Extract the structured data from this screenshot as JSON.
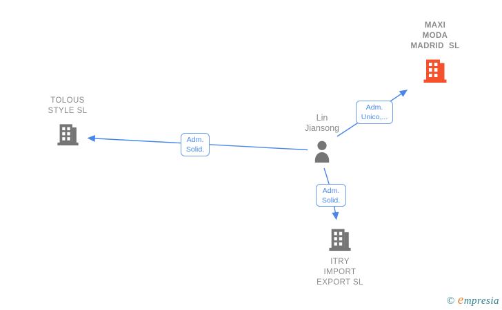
{
  "diagram_type": "corporate-relationship-graph",
  "colors": {
    "edge_blue": "#4a86e8",
    "box_border_blue": "#6d9eeb",
    "label_gray": "#8a8a8a",
    "icon_gray": "#757575",
    "icon_orange": "#f4512c",
    "watermark_teal": "#2a7d8e",
    "watermark_orange": "#ef7d23"
  },
  "nodes": {
    "maxi": {
      "type": "company",
      "name": "MAXI MODA MADRID SL",
      "lines": [
        "MAXI",
        "MODA",
        "MADRID  SL"
      ],
      "icon": "building-icon",
      "icon_color": "#f4512c"
    },
    "tolous": {
      "type": "company",
      "name": "TOLOUS STYLE SL",
      "lines": [
        "TOLOUS",
        "STYLE SL"
      ],
      "icon": "building-icon",
      "icon_color": "#757575"
    },
    "person": {
      "type": "person",
      "name": "Lin Jiansong",
      "lines": [
        "Lin",
        "Jiansong"
      ],
      "icon": "person-icon",
      "icon_color": "#757575"
    },
    "itry": {
      "type": "company",
      "name": "ITRY IMPORT EXPORT SL",
      "lines": [
        "ITRY",
        "IMPORT",
        "EXPORT SL"
      ],
      "icon": "building-icon",
      "icon_color": "#757575"
    }
  },
  "edges": [
    {
      "from": "Lin Jiansong",
      "to": "TOLOUS STYLE SL",
      "label": "Adm. Solid.",
      "label_lines": [
        "Adm.",
        "Solid."
      ]
    },
    {
      "from": "Lin Jiansong",
      "to": "MAXI MODA MADRID SL",
      "label": "Adm. Unico,...",
      "label_lines": [
        "Adm.",
        "Unico,..."
      ]
    },
    {
      "from": "Lin Jiansong",
      "to": "ITRY IMPORT EXPORT SL",
      "label": "Adm. Solid.",
      "label_lines": [
        "Adm.",
        "Solid."
      ]
    }
  ],
  "watermark": {
    "copyright": "©",
    "brand_initial": "e",
    "brand_rest": "mpresia"
  }
}
